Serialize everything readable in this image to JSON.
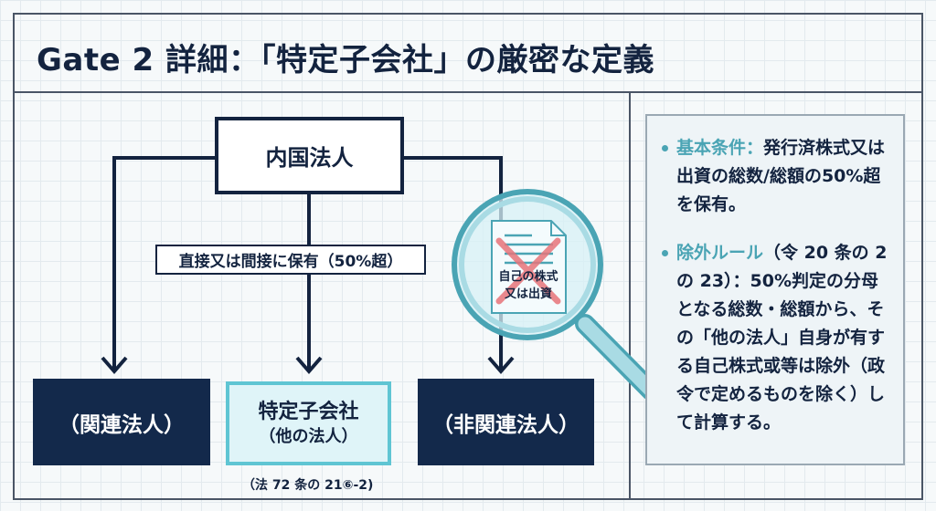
{
  "title": "Gate 2 詳細：「特定子会社」の厳密な定義",
  "diagram": {
    "parent": "内国法人",
    "edge_label": "直接又は間接に保有（50%超）",
    "left_child": "（関連法人）",
    "center_child": {
      "main": "特定子会社",
      "sub": "（他の法人）"
    },
    "right_child": "（非関連法人）",
    "caption": "（法 72 条の 21⑥-2)",
    "magnifier_doc": {
      "line1": "自己の株式",
      "line2": "又は出資"
    }
  },
  "info": {
    "items": [
      {
        "head": "基本条件：",
        "body": "発行済株式又は出資の総数/総額の50%超を保有。"
      },
      {
        "head": "除外ルール",
        "body": "（令 20 条の 2 の 23）：50%判定の分母となる総数・総額から、その「他の法人」自身が有する自己株式或等は除外（政令で定めるものを除く）して計算する。"
      }
    ]
  },
  "colors": {
    "navy": "#13294b",
    "teal": "#4aa4b4",
    "cyan_border": "#5fc5d3",
    "cross": "#e8747a"
  }
}
